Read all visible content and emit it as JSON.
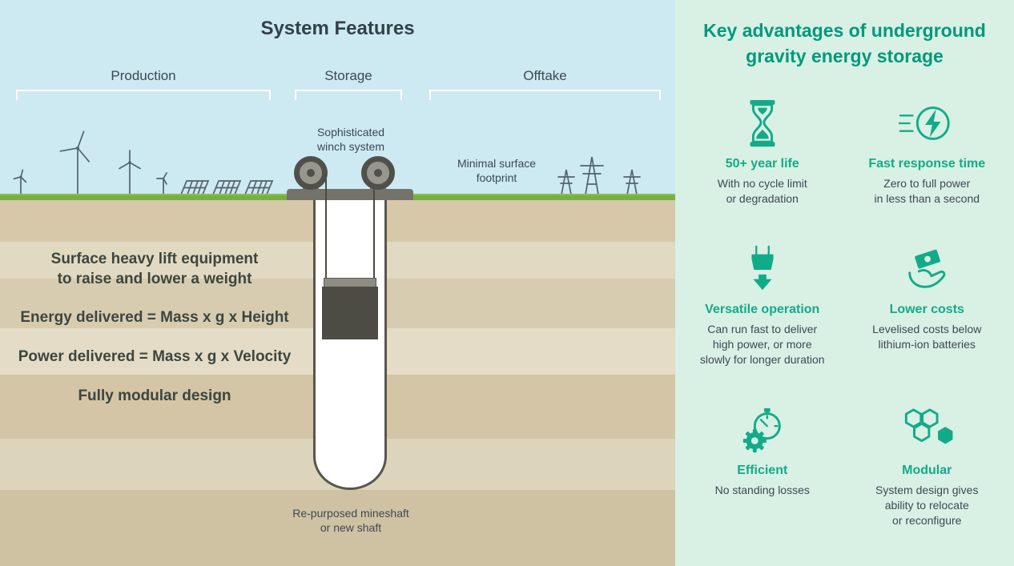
{
  "colors": {
    "accent": "#12ab89",
    "heading_teal": "#00997c",
    "panel_mint": "#d9f0e4",
    "sky_blue": "#cde9f2",
    "grass_green": "#76b041",
    "text_dark": "#3b4a52"
  },
  "left": {
    "title": "System Features",
    "brackets": [
      {
        "label": "Production"
      },
      {
        "label": "Storage"
      },
      {
        "label": "Offtake"
      }
    ],
    "winch_label": "Sophisticated\nwinch system",
    "footprint_label": "Minimal surface\nfootprint",
    "shaft_label": "Re-purposed mineshaft\nor new shaft",
    "features": [
      "Surface heavy lift equipment\nto raise and lower a weight",
      "Energy delivered = Mass x g x Height",
      "Power delivered = Mass x g x Velocity",
      "Fully modular design"
    ]
  },
  "right": {
    "title": "Key advantages of underground\ngravity energy storage",
    "advantages": [
      {
        "icon": "hourglass-icon",
        "title": "50+ year life",
        "desc": "With no cycle limit\nor degradation"
      },
      {
        "icon": "fast-response-icon",
        "title": "Fast response time",
        "desc": "Zero to full power\nin less than a second"
      },
      {
        "icon": "weight-drop-icon",
        "title": "Versatile operation",
        "desc": "Can run fast to deliver\nhigh power, or more\nslowly for longer duration"
      },
      {
        "icon": "hand-money-icon",
        "title": "Lower costs",
        "desc": "Levelised costs below\nlithium-ion batteries"
      },
      {
        "icon": "stopwatch-gear-icon",
        "title": "Efficient",
        "desc": "No standing losses"
      },
      {
        "icon": "hexagons-icon",
        "title": "Modular",
        "desc": "System design gives\nability to relocate\nor reconfigure"
      }
    ]
  }
}
